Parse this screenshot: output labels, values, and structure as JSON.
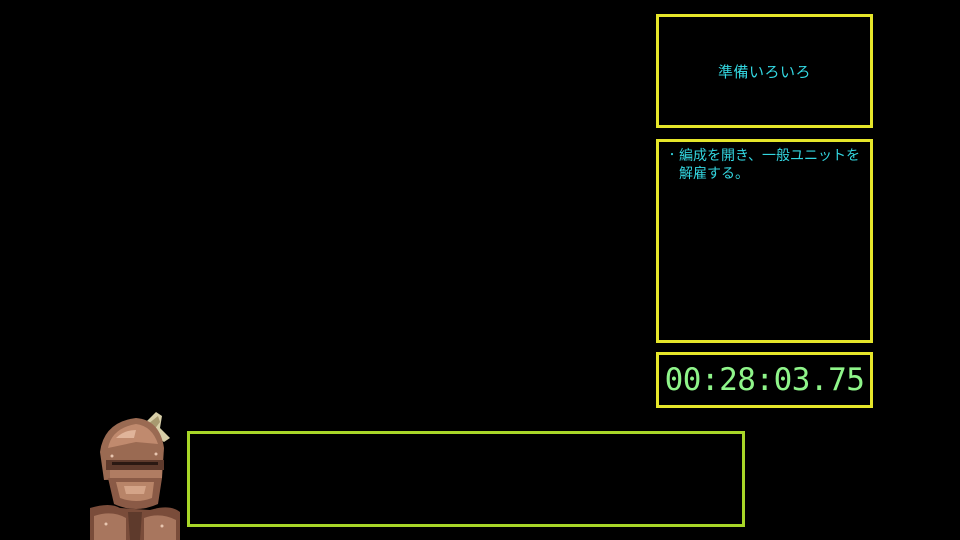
{
  "title_panel": {
    "text": "準備いろいろ"
  },
  "notes_panel": {
    "items": [
      {
        "bullet": "・",
        "text": "編成を開き、一般ユニットを解雇する。"
      }
    ]
  },
  "timer": {
    "value": "00:28:03.75"
  },
  "dialog": {
    "text": ""
  },
  "portrait": {
    "icon": "armored-knight-portrait"
  },
  "colors": {
    "background": "#000000",
    "panel_border": "#e6e62a",
    "dialog_border": "#a8d628",
    "info_text": "#33d6e0",
    "timer_text": "#8ff58a"
  }
}
